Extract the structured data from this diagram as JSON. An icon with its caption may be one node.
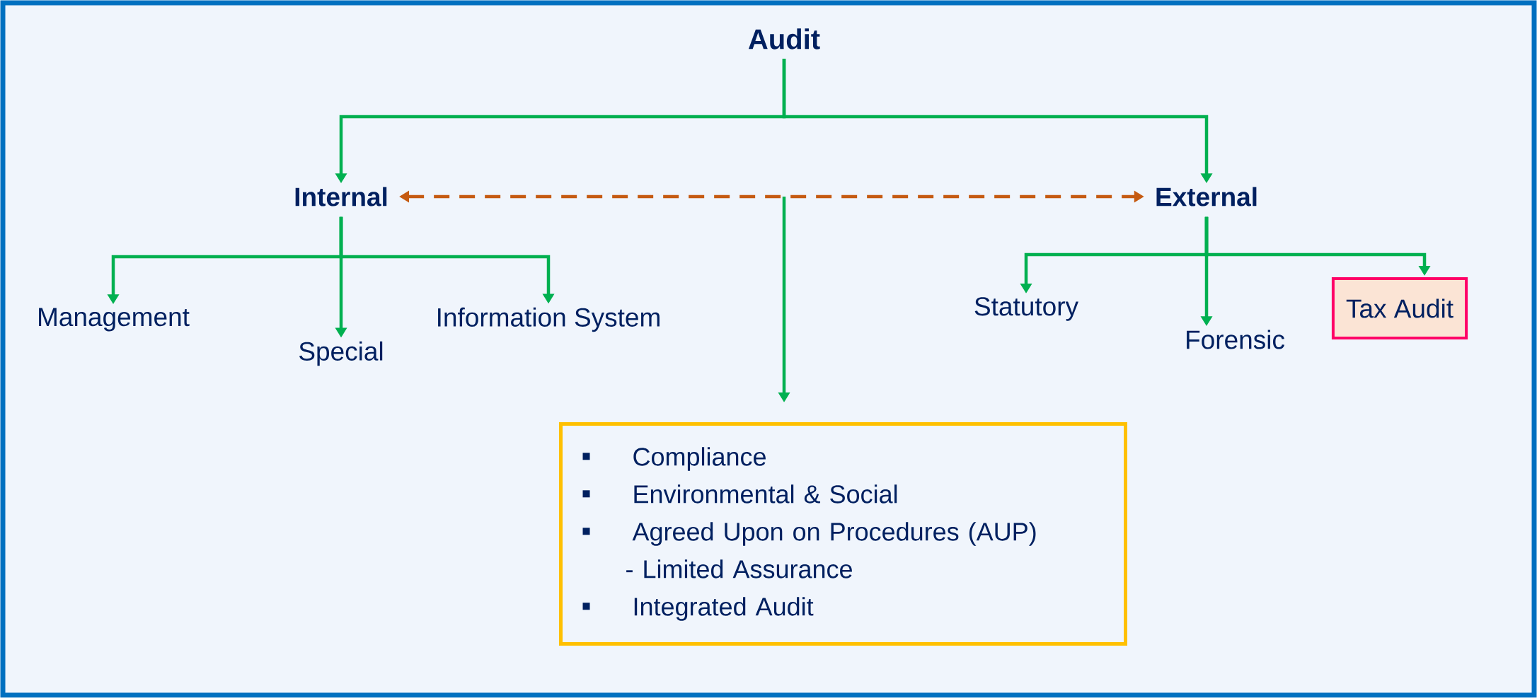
{
  "diagram": {
    "nodes": [
      {
        "text": [
          "Audit"
        ]
      },
      {
        "text": [
          "Internal"
        ]
      },
      {
        "text": [
          "External"
        ]
      },
      {
        "text": [
          "Management"
        ]
      },
      {
        "text": [
          "Special"
        ]
      },
      {
        "text": [
          "Information System"
        ]
      },
      {
        "text": [
          "Statutory"
        ]
      },
      {
        "text": [
          "Forensic"
        ]
      },
      {
        "text": [
          "Tax Audit"
        ]
      },
      {
        "text": [
          "Compliance",
          "Environmental & Social",
          "Agreed Upon on Procedures  (AUP)",
          "- Limited Assurance",
          "Integrated Audit"
        ]
      }
    ],
    "edges": [
      {
        "from": 0,
        "to": 1,
        "arrow": "to"
      },
      {
        "from": 0,
        "to": 2,
        "arrow": "to"
      },
      {
        "from": 1,
        "to": 2,
        "arrow": "both",
        "style": "dashed",
        "color": "#c55a11"
      },
      {
        "from": 1,
        "to": 3,
        "arrow": "to"
      },
      {
        "from": 1,
        "to": 4,
        "arrow": "to"
      },
      {
        "from": 1,
        "to": 5,
        "arrow": "to"
      },
      {
        "from": 2,
        "to": 6,
        "arrow": "to"
      },
      {
        "from": 2,
        "to": 7,
        "arrow": "to"
      },
      {
        "from": 2,
        "to": 8,
        "arrow": "to"
      },
      {
        "from": null,
        "to": 9,
        "arrow": "to"
      }
    ]
  }
}
